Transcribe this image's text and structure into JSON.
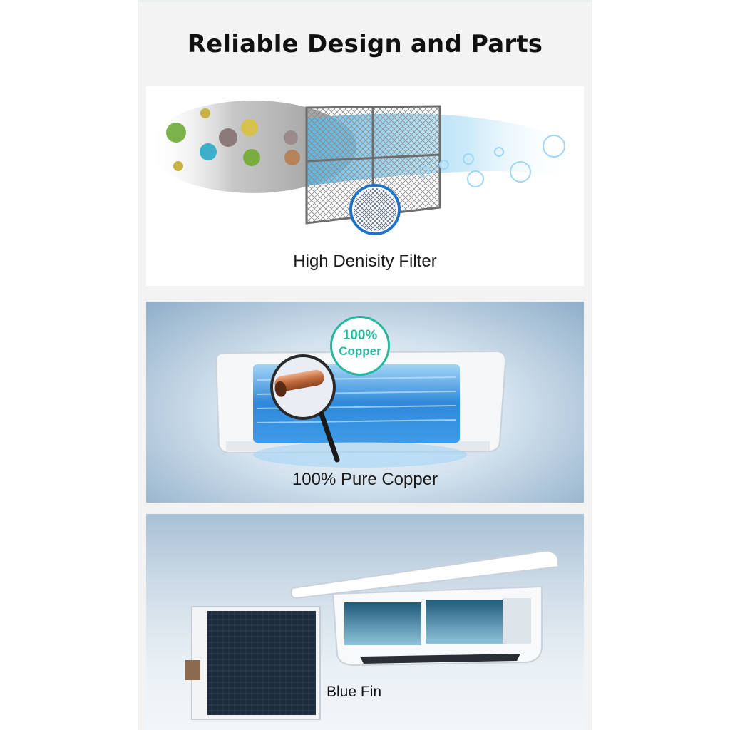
{
  "title": "Reliable Design and Parts",
  "panels": [
    {
      "caption": "High Denisity Filter"
    },
    {
      "caption": "100% Pure Copper",
      "badge": {
        "line1": "100%",
        "line2": "Copper"
      }
    },
    {
      "caption": "Blue Fin"
    }
  ],
  "colors": {
    "badge_accent": "#27b79d",
    "air_blue": "#6ec0ea",
    "coil_blue": "#1e7fd8"
  }
}
